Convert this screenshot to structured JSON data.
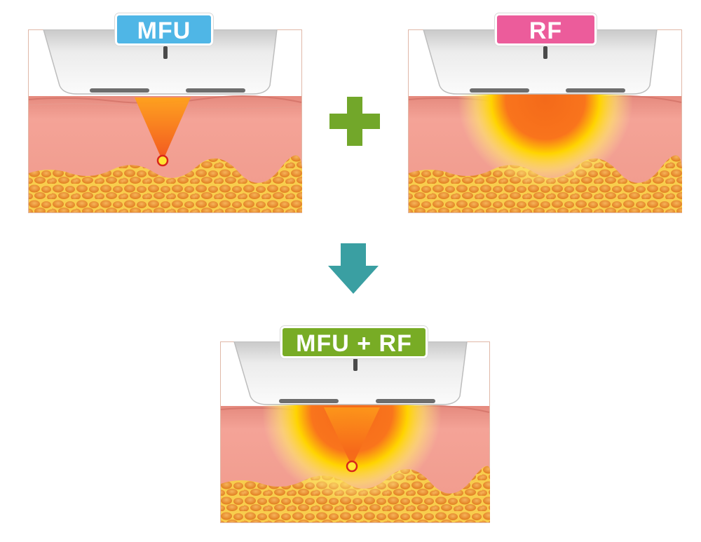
{
  "labels": {
    "mfu": "MFU",
    "rf": "RF",
    "combined": "MFU + RF"
  },
  "colors": {
    "mfu_badge": "#4fb6e6",
    "rf_badge": "#ec5c9b",
    "combined_badge": "#78ac25",
    "plus": "#72a72a",
    "arrow": "#3a9fa2",
    "skin": "#f0988b",
    "fat": "#f7c447"
  },
  "icons": {
    "plus": "plus-icon",
    "arrow": "arrow-down-icon"
  }
}
